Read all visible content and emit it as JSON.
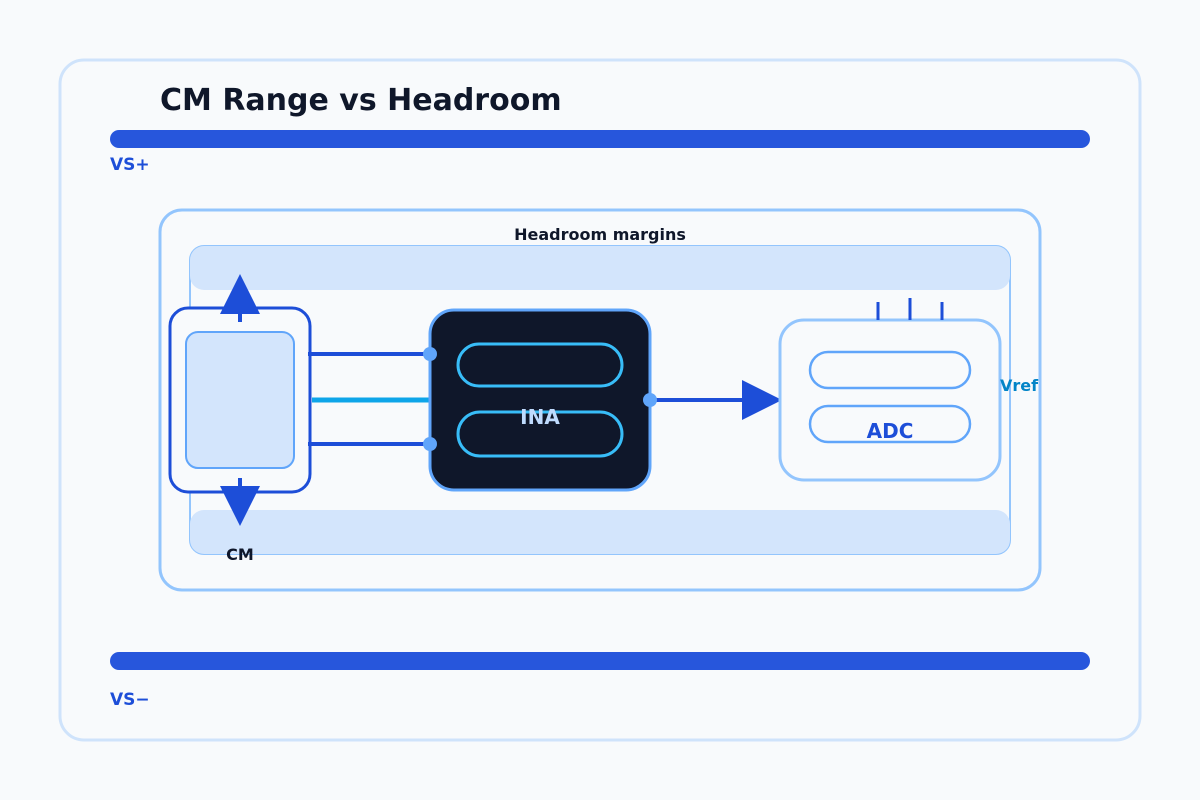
{
  "title": "CM Range vs Headroom",
  "rails": {
    "positive_label": "VS+",
    "negative_label": "VS−"
  },
  "headroom": {
    "label": "Headroom margins"
  },
  "blocks": {
    "ina_label": "INA",
    "adc_label": "ADC",
    "vref_label": "Vref",
    "cm_label": "CM"
  },
  "colors": {
    "rail": "#2756dc",
    "frame": "#cfe3fb",
    "panel_border": "#93c5fd",
    "band_fill": "#d3e5fc",
    "ina_fill": "#0f172a",
    "ina_border": "#60a5fa",
    "ina_inner": "#38bdf8",
    "wire": "#1d4ed8",
    "center_wire": "#0ea5e9",
    "node": "#60a5fa",
    "ina_text": "#bfdbfe",
    "adc_text": "#1d4ed8",
    "vref_text": "#0284c7"
  }
}
